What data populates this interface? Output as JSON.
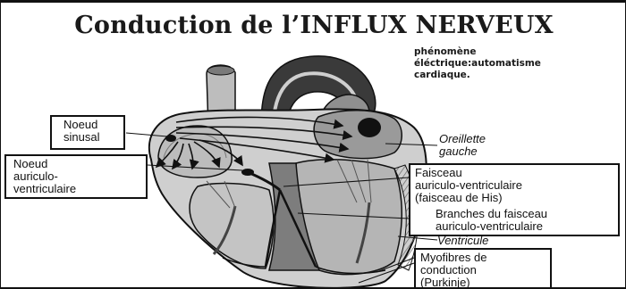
{
  "title": "Conduction de l’INFLUX NERVEUX",
  "note": {
    "line1": "phénomène",
    "line2": "éléctrique:automatisme",
    "line3": "cardiaque."
  },
  "labels": {
    "noeud_sinusal": [
      "Noeud",
      "sinusal"
    ],
    "noeud_av": [
      "Noeud",
      "auriculo-",
      "ventriculaire"
    ],
    "oreillette": [
      "Oreillette",
      "gauche"
    ],
    "faisceau": [
      "Faisceau",
      "auriculo-ventriculaire",
      "(faisceau de His)"
    ],
    "branches": [
      "Branches du faisceau",
      "auriculo-ventriculaire"
    ],
    "ventricule": "Ventricule",
    "myofibres": [
      "Myofibres de",
      "conduction",
      "(Purkinje)"
    ]
  },
  "colors": {
    "ink": "#111111",
    "tissue_light": "#d9d9d9",
    "tissue_mid": "#a8a8a8",
    "tissue_dark": "#5a5a5a"
  }
}
